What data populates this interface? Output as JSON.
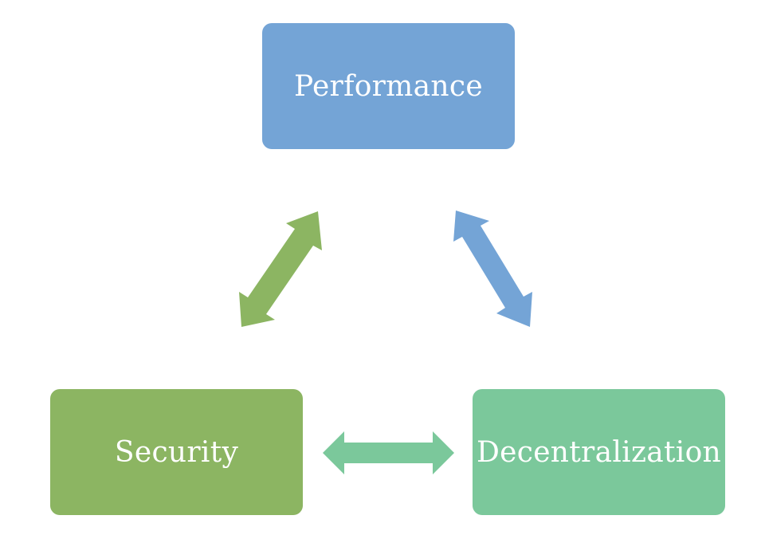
{
  "diagram": {
    "nodes": {
      "performance": {
        "label": "Performance",
        "color": "#74a4d6"
      },
      "security": {
        "label": "Security",
        "color": "#8cb562"
      },
      "decentralization": {
        "label": "Decentralization",
        "color": "#7bc89b"
      }
    },
    "edges": [
      {
        "from": "security",
        "to": "performance",
        "type": "bidirectional-arrow",
        "color": "#8cb562"
      },
      {
        "from": "performance",
        "to": "decentralization",
        "type": "bidirectional-arrow",
        "color": "#74a4d6"
      },
      {
        "from": "security",
        "to": "decentralization",
        "type": "bidirectional-arrow",
        "color": "#7bc89b"
      }
    ]
  }
}
